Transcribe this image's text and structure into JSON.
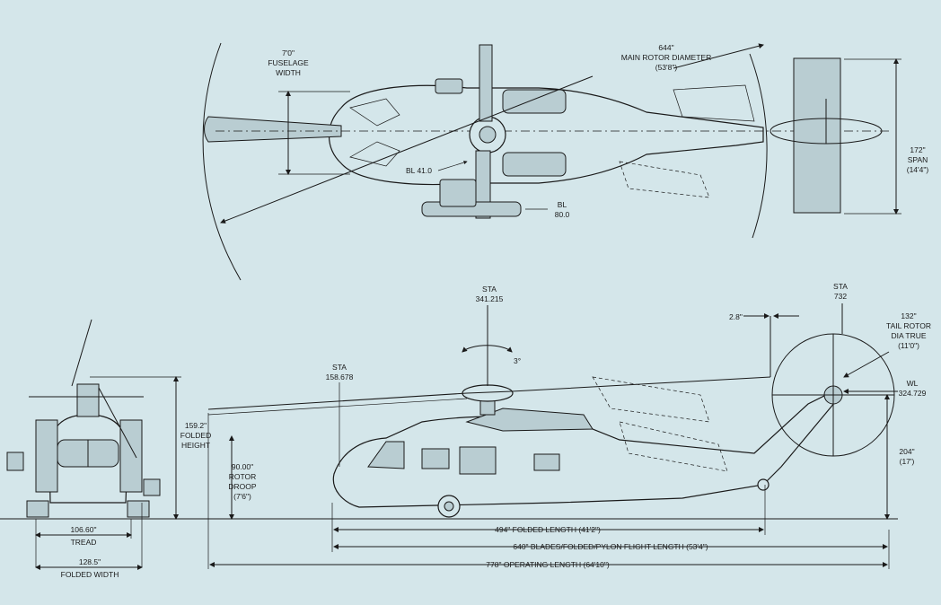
{
  "top_view": {
    "fuselage_width": [
      "7'0\"",
      "FUSELAGE",
      "WIDTH"
    ],
    "rotor_diameter": [
      "644\"",
      "MAIN ROTOR DIAMETER",
      "(53'8\")"
    ],
    "bl_41": "BL 41.0",
    "bl_80": [
      "BL",
      "80.0"
    ],
    "span": [
      "172\"",
      "SPAN",
      "(14'4\")"
    ]
  },
  "side_view": {
    "sta_341": [
      "STA",
      "341.215"
    ],
    "sta_732": [
      "STA",
      "732"
    ],
    "sta_158": [
      "STA",
      "158.678"
    ],
    "tilt": "3°",
    "offset_28": "2.8\"",
    "tail_rotor": [
      "132\"",
      "TAIL ROTOR",
      "DIA TRUE",
      "(11'0\")"
    ],
    "wl": [
      "WL",
      "324.729"
    ],
    "rotor_droop": [
      "90.00\"",
      "ROTOR",
      "DROOP",
      "(7'6\")"
    ],
    "tail_height": [
      "204\"",
      "(17')"
    ],
    "folded_length": "494\" FOLDED LENGTH (41'2\")",
    "blades_folded_length": "640\" BLADES/FOLDED/PYLON FLIGHT LENGTH (53'4\")",
    "operating_length": "778\" OPERATING LENGTH (64'10\")"
  },
  "front_view": {
    "folded_height": [
      "159.2\"",
      "FOLDED",
      "HEIGHT"
    ],
    "tread": [
      "106.60\"",
      "TREAD"
    ],
    "folded_width": [
      "128.5\"",
      "FOLDED WIDTH"
    ]
  }
}
